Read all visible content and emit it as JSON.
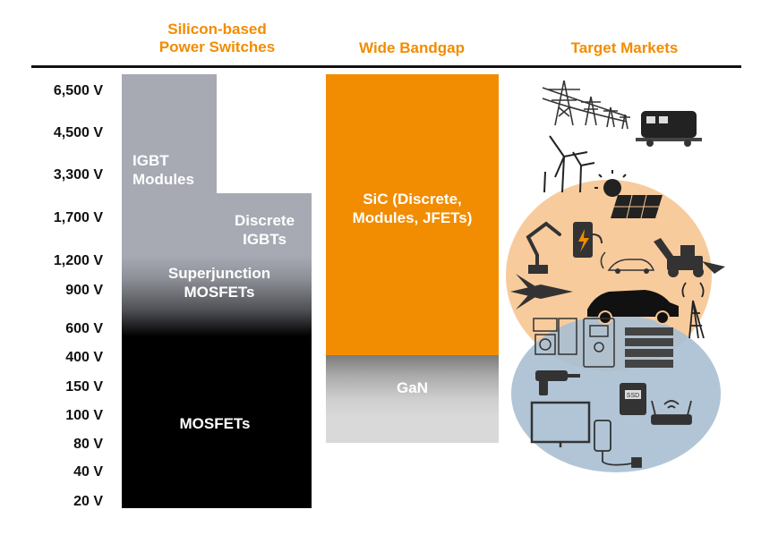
{
  "headers": {
    "silicon": "Silicon-based\nPower Switches",
    "wide_bandgap": "Wide Bandgap",
    "markets": "Target Markets"
  },
  "voltage_levels": [
    "6,500 V",
    "4,500 V",
    "3,300 V",
    "1,700 V",
    "1,200 V",
    "900 V",
    "600 V",
    "400 V",
    "150 V",
    "100 V",
    "80 V",
    "40 V",
    "20 V"
  ],
  "blocks": {
    "igbt_modules": "IGBT\nModules",
    "discrete_igbts": "Discrete\nIGBTs",
    "superjunction": "Superjunction\nMOSFETs",
    "mosfets": "MOSFETs",
    "sic": "SiC (Discrete,\nModules, JFETs)",
    "gan": "GaN"
  },
  "colors": {
    "accent_orange": "#f28c00",
    "igbt_gray": "#a7aab3",
    "mosfet_black": "#000000",
    "gan_gray": "#d9d9d9",
    "market_orange_circle": "#f7c592",
    "market_blue_circle": "#a9bfd3"
  },
  "market_icons": [
    "power-transmission-tower-icon",
    "locomotive-icon",
    "wind-turbine-icon",
    "solar-panel-icon",
    "industrial-robot-icon",
    "ev-charger-icon",
    "electric-car-icon",
    "excavator-icon",
    "fighter-jet-icon",
    "sedan-car-icon",
    "cell-tower-icon",
    "appliance-icon",
    "server-rack-icon",
    "power-drill-icon",
    "ssd-drive-icon",
    "wifi-router-icon",
    "monitor-icon",
    "smartphone-charger-icon"
  ],
  "ssd_label": "SSD"
}
